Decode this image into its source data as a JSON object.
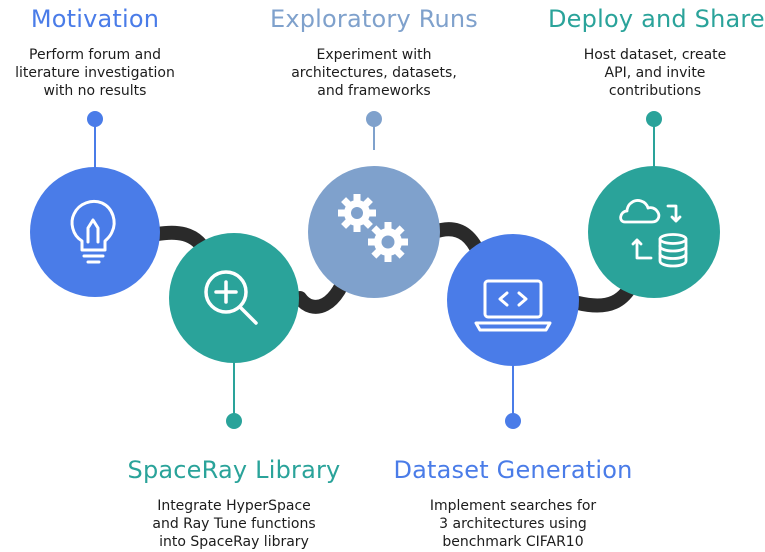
{
  "colors": {
    "blue": "#4a7ce8",
    "teal": "#2aa39a",
    "steel": "#7fa1cc",
    "connector": "#2a2a2a",
    "title_blue": "#4a7ce8",
    "title_teal": "#2aa39a",
    "title_steel": "#7fa1cc"
  },
  "steps": [
    {
      "id": "motivation",
      "title": "Motivation",
      "description": "Perform forum and\nliterature investigation\nwith no results",
      "icon": "lightbulb-icon",
      "color": "blue",
      "text_position": "top"
    },
    {
      "id": "spaceray",
      "title": "SpaceRay Library",
      "description": "Integrate HyperSpace\nand Ray Tune functions\ninto SpaceRay library",
      "icon": "magnifier-plus-icon",
      "color": "teal",
      "text_position": "bottom"
    },
    {
      "id": "exploratory",
      "title": "Exploratory Runs",
      "description": "Experiment with\narchitectures, datasets,\nand frameworks",
      "icon": "gears-icon",
      "color": "steel",
      "text_position": "top"
    },
    {
      "id": "dataset",
      "title": "Dataset Generation",
      "description": "Implement searches  for\n3 architectures using\nbenchmark CIFAR10",
      "icon": "laptop-code-icon",
      "color": "blue",
      "text_position": "bottom"
    },
    {
      "id": "deploy",
      "title": "Deploy and Share",
      "description": "Host dataset, create\nAPI, and invite\ncontributions",
      "icon": "cloud-database-sync-icon",
      "color": "teal",
      "text_position": "top"
    }
  ]
}
